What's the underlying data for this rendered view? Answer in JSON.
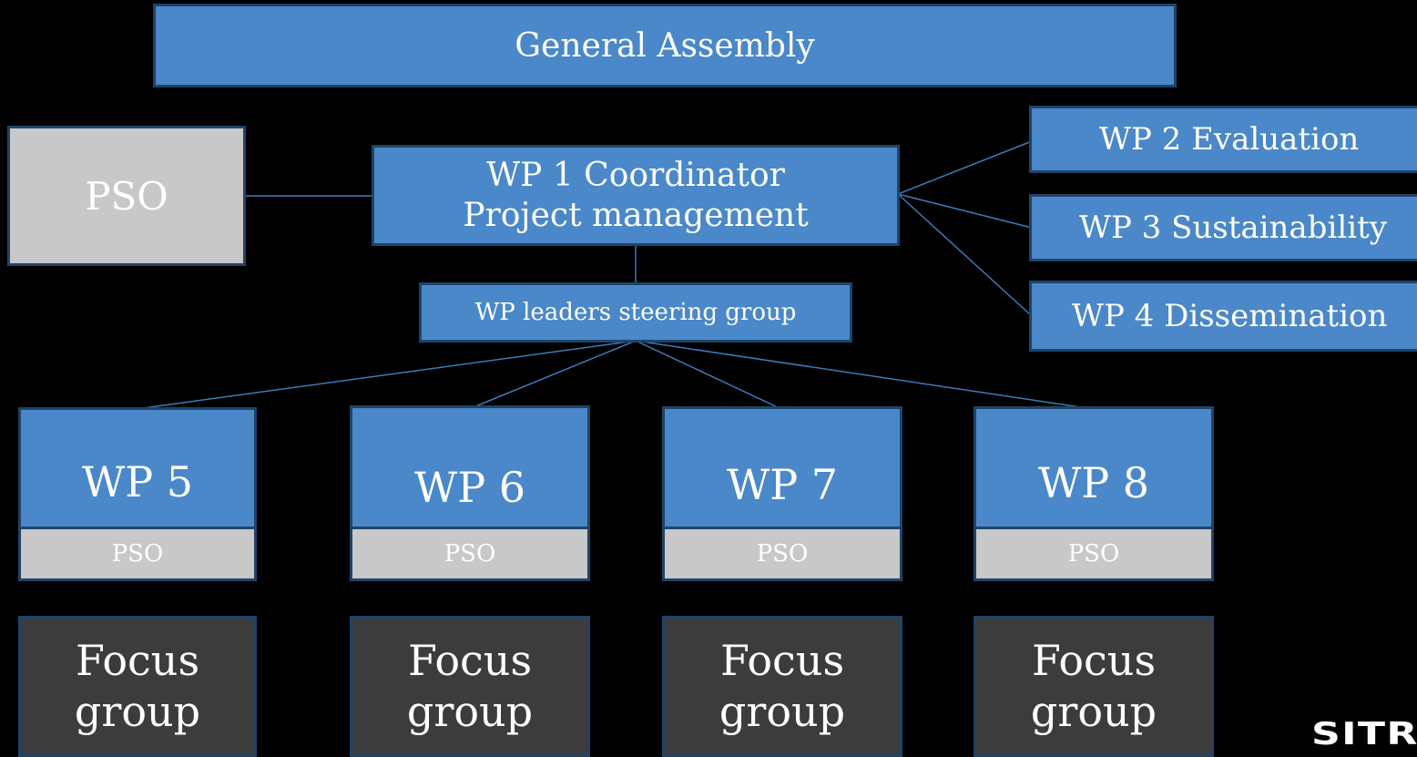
{
  "general_assembly": {
    "label": "General Assembly"
  },
  "pso_main": {
    "label": "PSO"
  },
  "coordinator": {
    "line1": "WP 1 Coordinator",
    "line2": "Project management"
  },
  "steering_group": {
    "label": "WP leaders steering group"
  },
  "side_wps": [
    {
      "label": "WP 2 Evaluation"
    },
    {
      "label": "WP 3 Sustainability"
    },
    {
      "label": "WP 4 Dissemination"
    }
  ],
  "bottom_wps": [
    {
      "title": "WP 5",
      "pso": "PSO",
      "focus_line1": "Focus",
      "focus_line2": "group"
    },
    {
      "title": "WP 6",
      "pso": "PSO",
      "focus_line1": "Focus",
      "focus_line2": "group"
    },
    {
      "title": "WP 7",
      "pso": "PSO",
      "focus_line1": "Focus",
      "focus_line2": "group"
    },
    {
      "title": "WP 8",
      "pso": "PSO",
      "focus_line1": "Focus",
      "focus_line2": "group"
    }
  ],
  "logo": {
    "text": "SITRA"
  },
  "colors": {
    "background": "#000000",
    "node_blue": "#4a88c9",
    "node_gray": "#c8c8c8",
    "node_dark": "#3c3c3c",
    "border": "#1f4468",
    "connector": "#3d7ab8"
  }
}
